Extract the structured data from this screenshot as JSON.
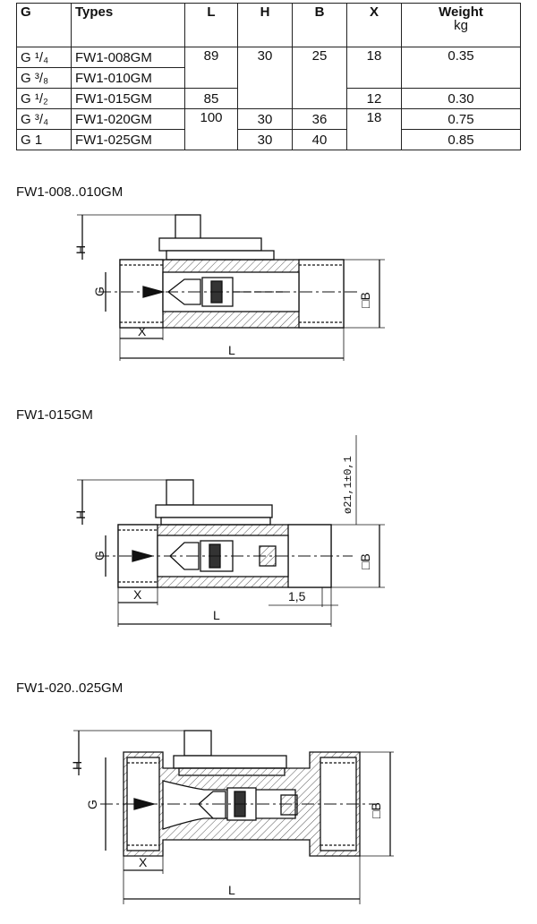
{
  "table": {
    "headers": {
      "g": "G",
      "types": "Types",
      "l": "L",
      "h": "H",
      "b": "B",
      "x": "X",
      "weight": "Weight",
      "weight_unit": "kg"
    },
    "rows": [
      {
        "g": "G ¹/₄",
        "type": "FW1-008GM",
        "l": "89",
        "h": "30",
        "b": "25",
        "x": "18",
        "weight": "0.35"
      },
      {
        "g": "G ³/₈",
        "type": "FW1-010GM"
      },
      {
        "g": "G ¹/₂",
        "type": "FW1-015GM",
        "l": "85",
        "x": "12",
        "weight": "0.30"
      },
      {
        "g": "G ³/₄",
        "type": "FW1-020GM",
        "l": "100",
        "h": "30",
        "b": "36",
        "x": "18",
        "weight": "0.75"
      },
      {
        "g": "G 1",
        "type": "FW1-025GM",
        "h": "30",
        "b": "40",
        "weight": "0.85"
      }
    ]
  },
  "drawings": [
    {
      "caption": "FW1-008..010GM",
      "labels": {
        "h": "H",
        "g": "G",
        "x": "X",
        "l": "L",
        "b": "□B"
      }
    },
    {
      "caption": "FW1-015GM",
      "labels": {
        "h": "H",
        "g": "G",
        "x": "X",
        "l": "L",
        "b": "□B",
        "step": "1,5",
        "diameter": "ø21,1±0,1"
      }
    },
    {
      "caption": "FW1-020..025GM",
      "labels": {
        "h": "H",
        "g": "G",
        "x": "X",
        "l": "L",
        "b": "□B"
      }
    }
  ]
}
